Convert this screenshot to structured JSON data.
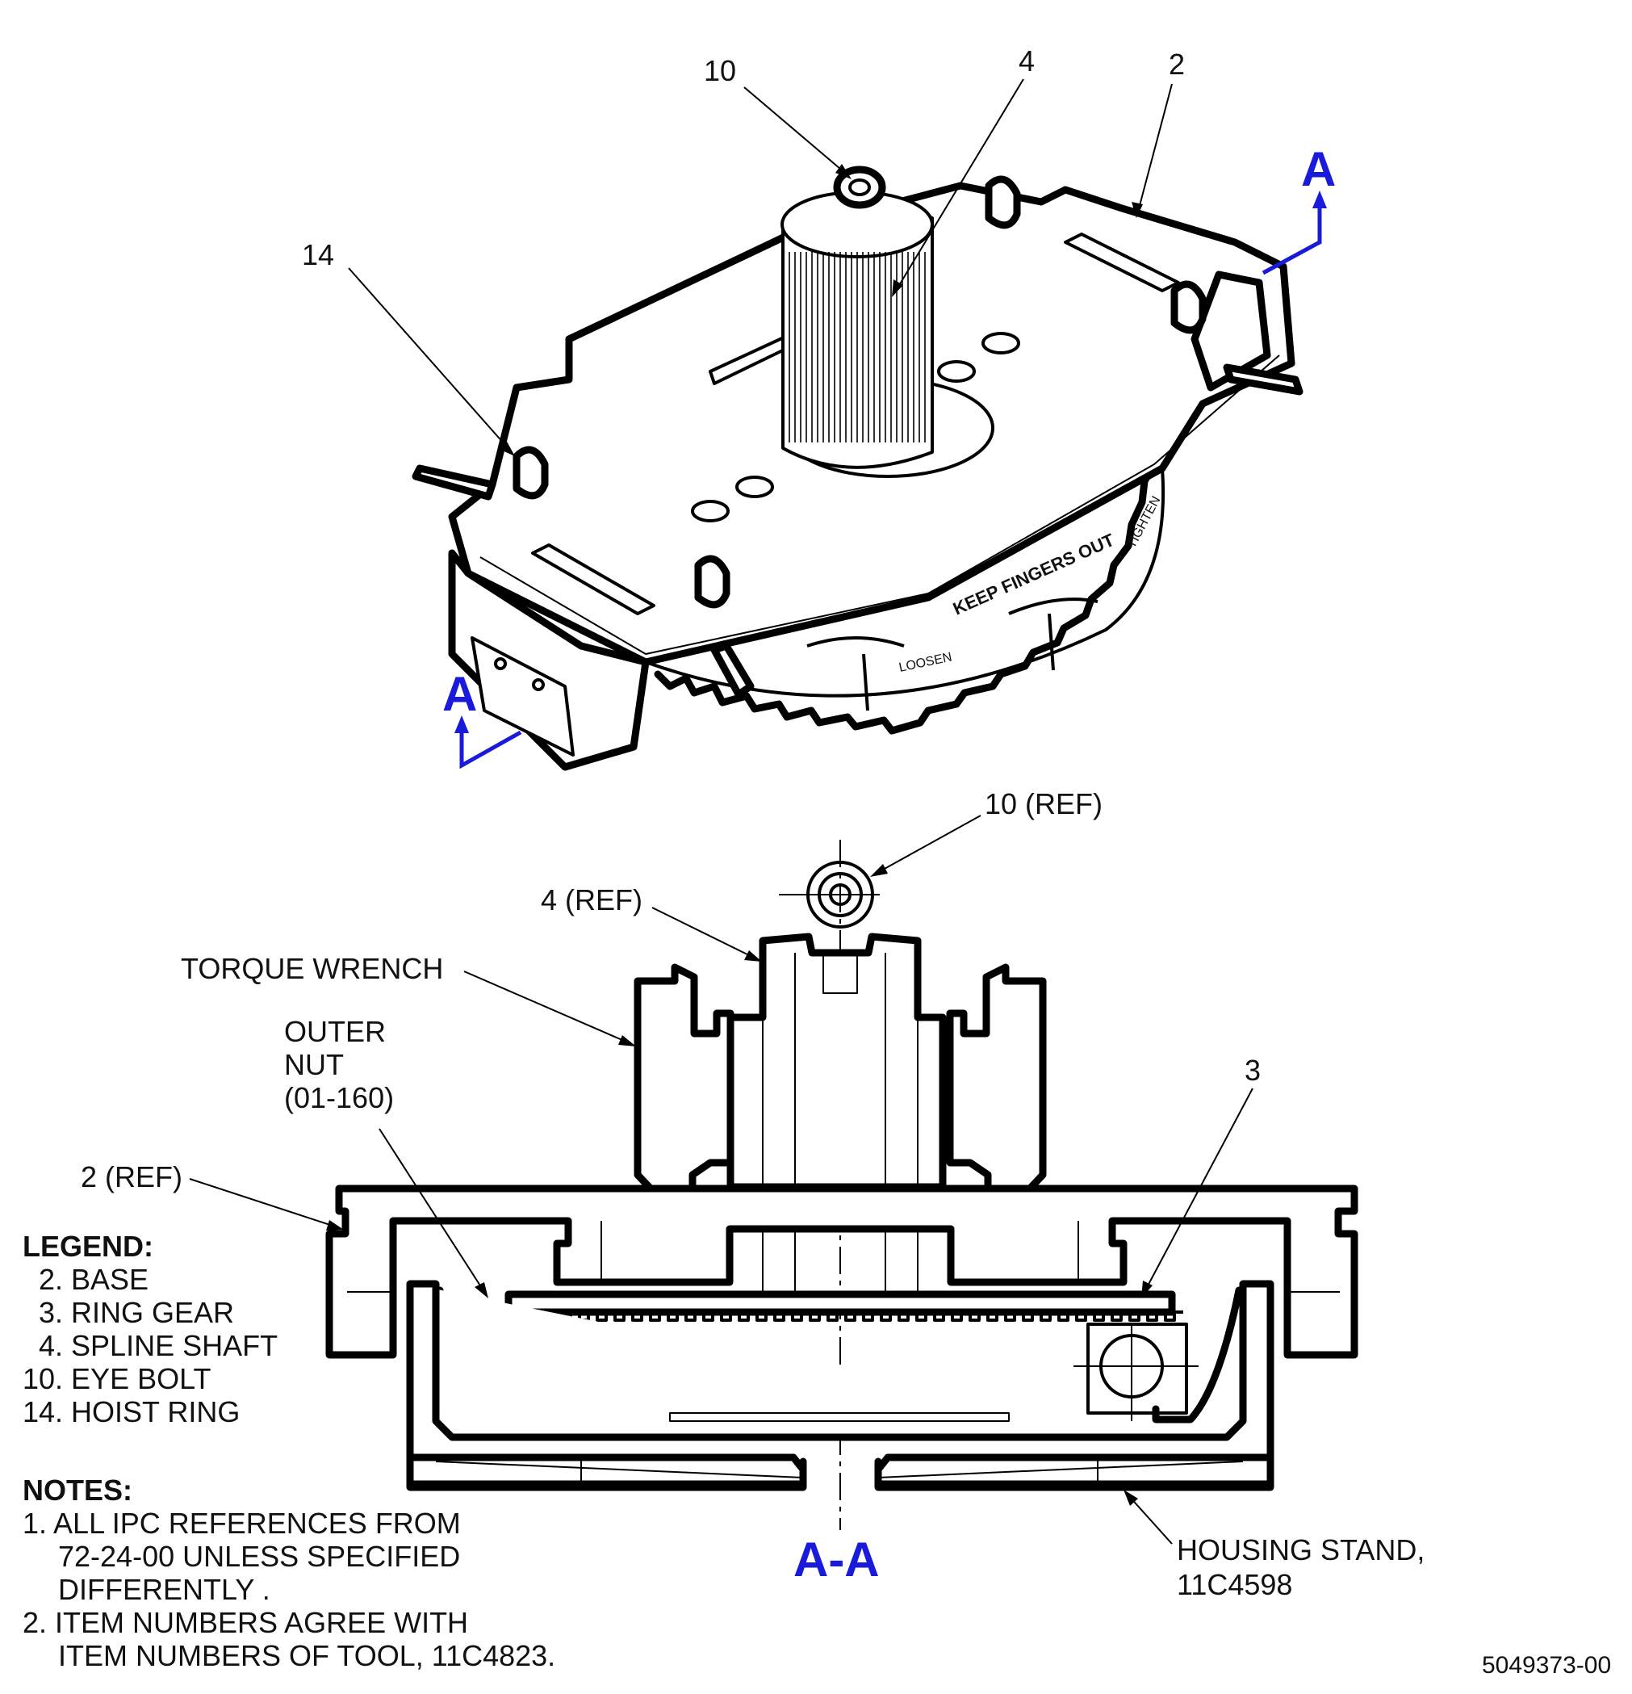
{
  "callouts": {
    "item10": "10",
    "item4": "4",
    "item2": "2",
    "item14": "14",
    "item10_ref": "10 (REF)",
    "item4_ref": "4 (REF)",
    "torque_wrench": "TORQUE WRENCH",
    "outer_nut_1": "OUTER",
    "outer_nut_2": "NUT",
    "outer_nut_3": "(01-160)",
    "item2_ref": "2 (REF)",
    "item3": "3",
    "housing_stand_1": "HOUSING STAND,",
    "housing_stand_2": "11C4598"
  },
  "section": {
    "marker_top": "A",
    "marker_bottom": "A",
    "view_label": "A-A"
  },
  "plate_text": {
    "keep_fingers_out": "KEEP FINGERS OUT",
    "loosen": "LOOSEN",
    "tighten": "TIGHTEN"
  },
  "legend": {
    "title": "LEGEND:",
    "items": [
      "2. BASE",
      "3. RING GEAR",
      "4. SPLINE SHAFT",
      "10. EYE BOLT",
      "14. HOIST RING"
    ]
  },
  "notes": {
    "title": "NOTES:",
    "lines": [
      "1. ALL IPC REFERENCES FROM",
      "72-24-00 UNLESS SPECIFIED",
      "DIFFERENTLY .",
      "2. ITEM NUMBERS AGREE WITH",
      "ITEM NUMBERS OF TOOL, 11C4823."
    ]
  },
  "drawing_number": "5049373-00"
}
